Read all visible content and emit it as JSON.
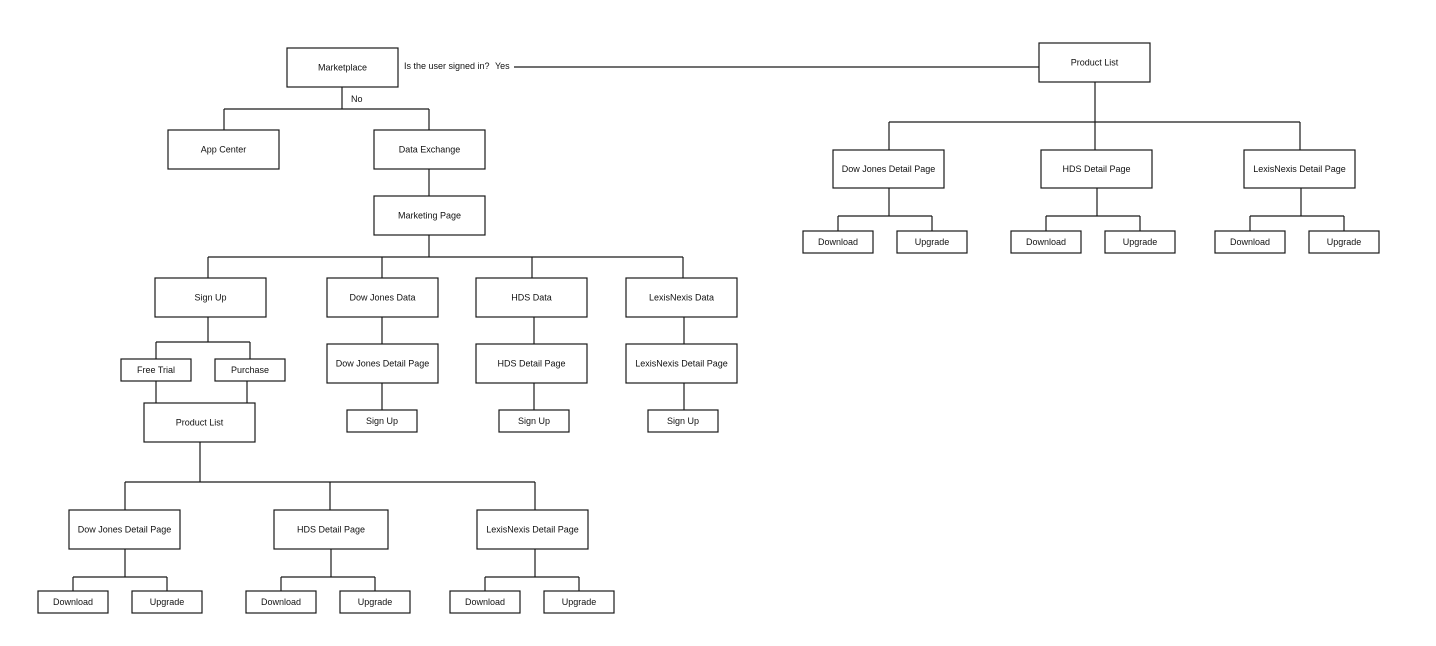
{
  "diagram": {
    "question": "Is the user signed in?",
    "yes_label": "Yes",
    "no_label": "No",
    "nodes": {
      "marketplace": "Marketplace",
      "app_center": "App Center",
      "data_exchange": "Data Exchange",
      "marketing_page": "Marketing Page",
      "sign_up": "Sign Up",
      "dow_jones_data": "Dow Jones Data",
      "hds_data": "HDS Data",
      "lexisnexis_data": "LexisNexis Data",
      "free_trial": "Free Trial",
      "purchase": "Purchase",
      "dow_jones_detail_mid": "Dow Jones Detail Page",
      "hds_detail_mid": "HDS Detail Page",
      "lexisnexis_detail_mid": "LexisNexis Detail Page",
      "sign_up_dow_jones": "Sign Up",
      "sign_up_hds": "Sign Up",
      "sign_up_lexisnexis": "Sign Up",
      "product_list_left": "Product List",
      "dow_jones_detail_left": "Dow Jones Detail Page",
      "hds_detail_left": "HDS Detail Page",
      "lexisnexis_detail_left": "LexisNexis Detail Page",
      "download_dj_left": "Download",
      "upgrade_dj_left": "Upgrade",
      "download_hds_left": "Download",
      "upgrade_hds_left": "Upgrade",
      "download_ln_left": "Download",
      "upgrade_ln_left": "Upgrade",
      "product_list_right": "Product List",
      "dow_jones_detail_right": "Dow Jones Detail Page",
      "hds_detail_right": "HDS Detail Page",
      "lexisnexis_detail_right": "LexisNexis Detail Page",
      "download_dj_right": "Download",
      "upgrade_dj_right": "Upgrade",
      "download_hds_right": "Download",
      "upgrade_hds_right": "Upgrade",
      "download_ln_right": "Download",
      "upgrade_ln_right": "Upgrade"
    }
  }
}
